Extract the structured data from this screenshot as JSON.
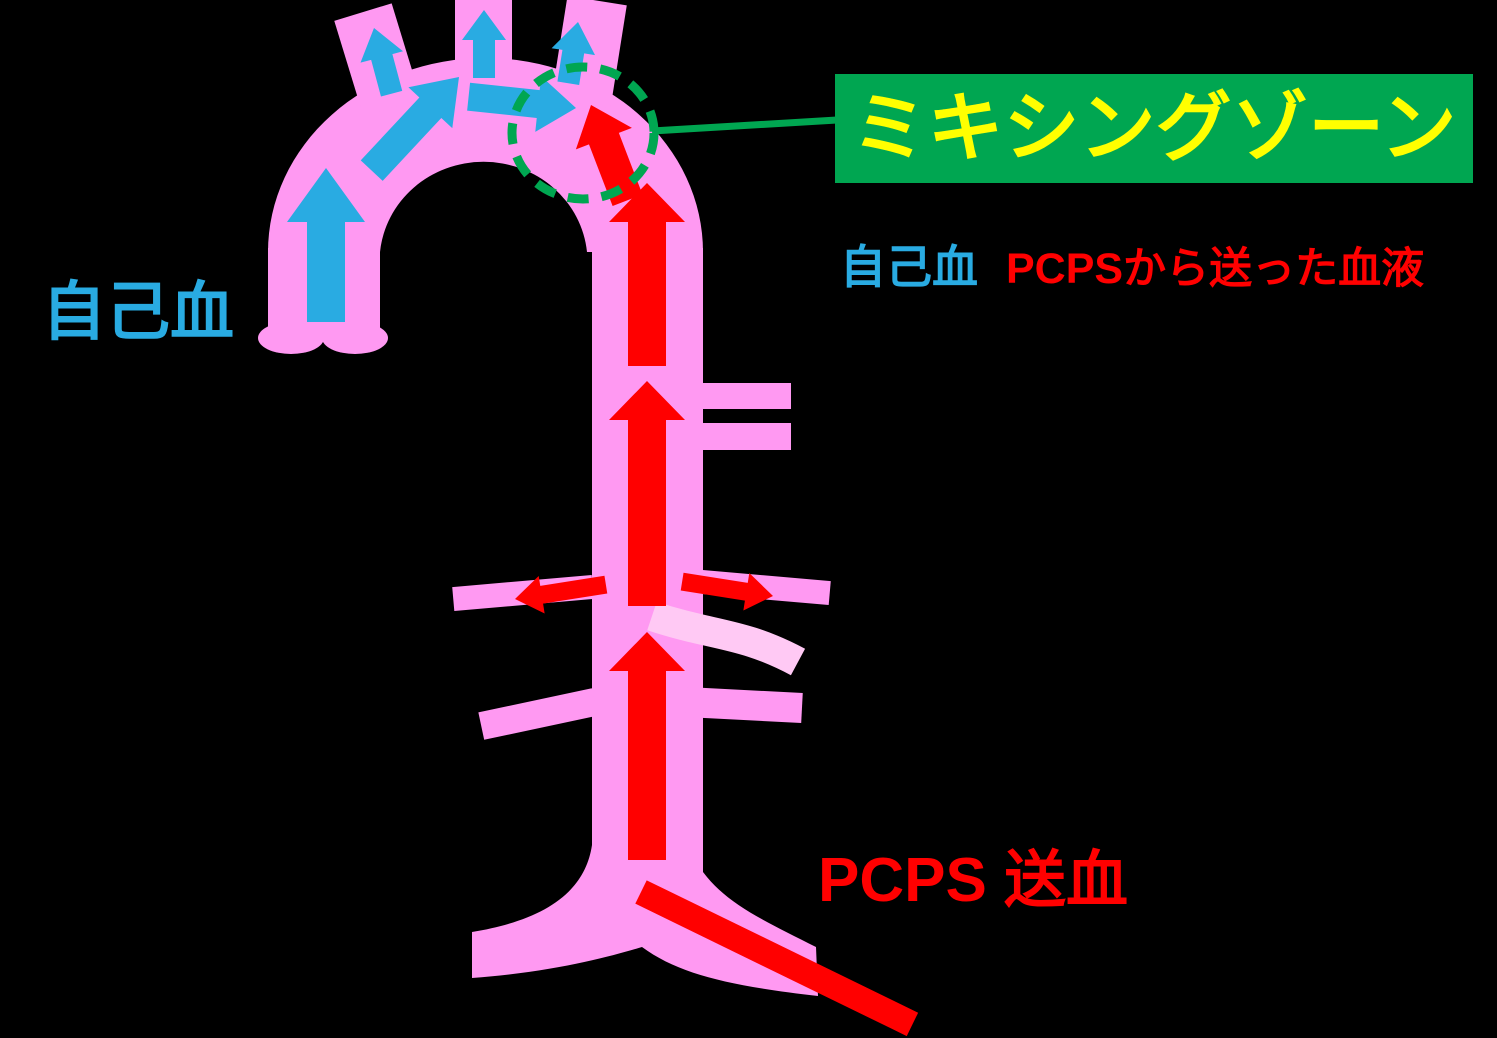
{
  "colors": {
    "background": "#000000",
    "aorta_pink": "#FF99F2",
    "branch_light_pink": "#FFC9F4",
    "own_blood_blue": "#29ABE2",
    "pcps_red": "#FF0000",
    "mixing_box_green": "#00A651",
    "callout_green": "#00A651",
    "label_yellow": "#FFFF00"
  },
  "labels": {
    "mixing_zone": "ミキシングゾーン",
    "own_blood": "自己血",
    "pcps_supply": "PCPS 送血"
  },
  "legend": {
    "own_blood": "自己血",
    "pcps_blood": "PCPSから送った血液"
  }
}
